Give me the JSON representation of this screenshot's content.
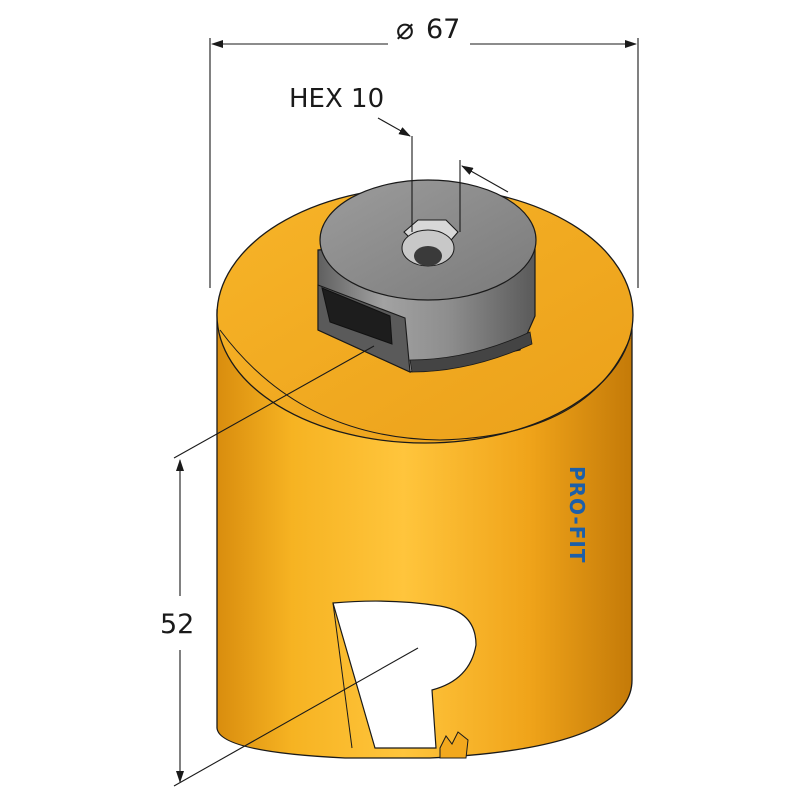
{
  "dimensions": {
    "diameter_symbol": "⌀",
    "diameter_value": "67",
    "hex_label": "HEX 10",
    "height_value": "52"
  },
  "brand": {
    "logo_text": "PRO-FIT",
    "logo_color": "#1d5fa8"
  },
  "colors": {
    "body_main": "#f2a81d",
    "body_shadow": "#c97d0a",
    "body_highlight": "#ffc43d",
    "arbor_grey": "#8a8a8a",
    "line": "#1a1a1a"
  }
}
